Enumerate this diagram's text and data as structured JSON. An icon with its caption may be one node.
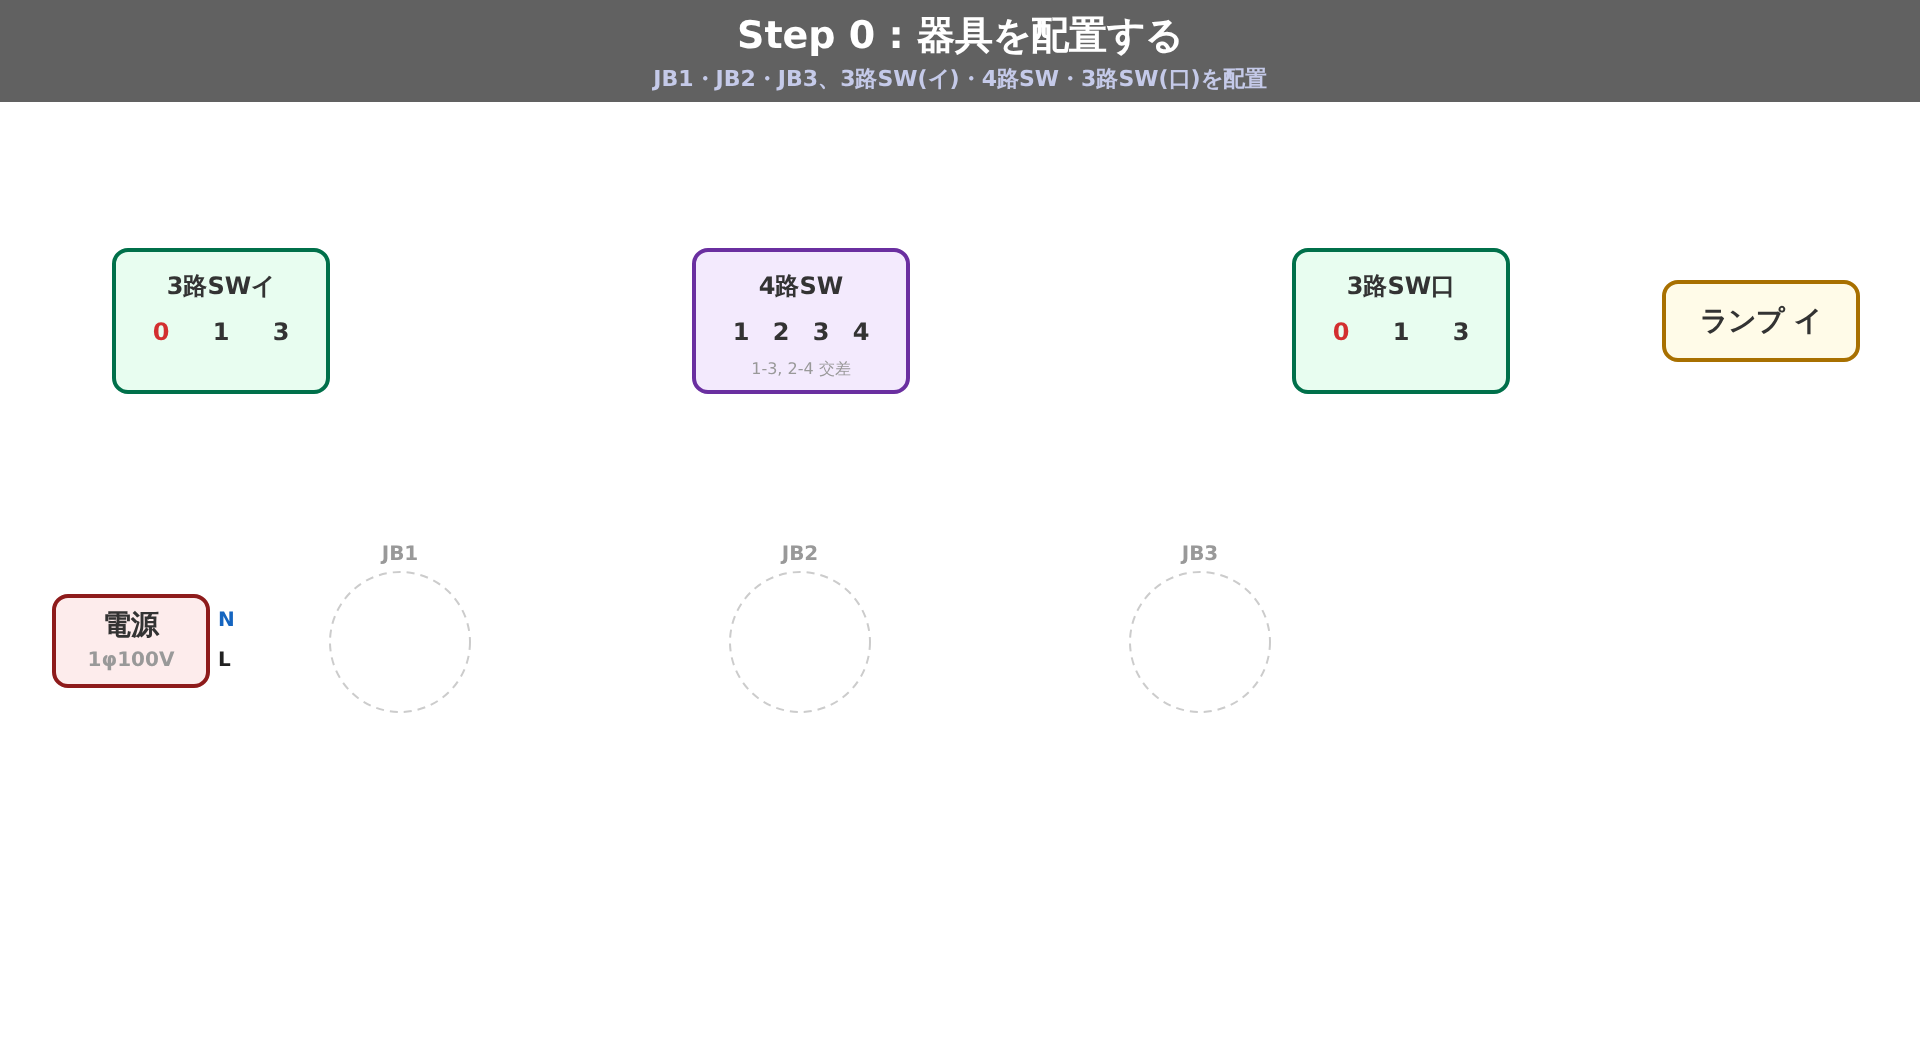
{
  "diagram": {
    "title": "Step 0 : 器具を配置する",
    "nodes": [
      {
        "text": [
          "3路SWイ",
          "0",
          "1",
          "3"
        ]
      },
      {
        "text": [
          "4路SW",
          "1",
          "2",
          "3",
          "4",
          "1-3, 2-4 交差"
        ]
      },
      {
        "text": [
          "3路SW口",
          "0",
          "1",
          "3"
        ]
      },
      {
        "text": [
          "ランプ イ"
        ]
      },
      {
        "text": [
          "電源",
          "1φ100V"
        ],
        "beside": [
          "N",
          "L"
        ]
      },
      {
        "text": [
          "JB1"
        ]
      },
      {
        "text": [
          "JB2"
        ]
      },
      {
        "text": [
          "JB3"
        ]
      }
    ],
    "labels": [
      "JB1・JB2・JB3、3路SW(イ)・4路SW・3路SW(口)を配置"
    ]
  }
}
